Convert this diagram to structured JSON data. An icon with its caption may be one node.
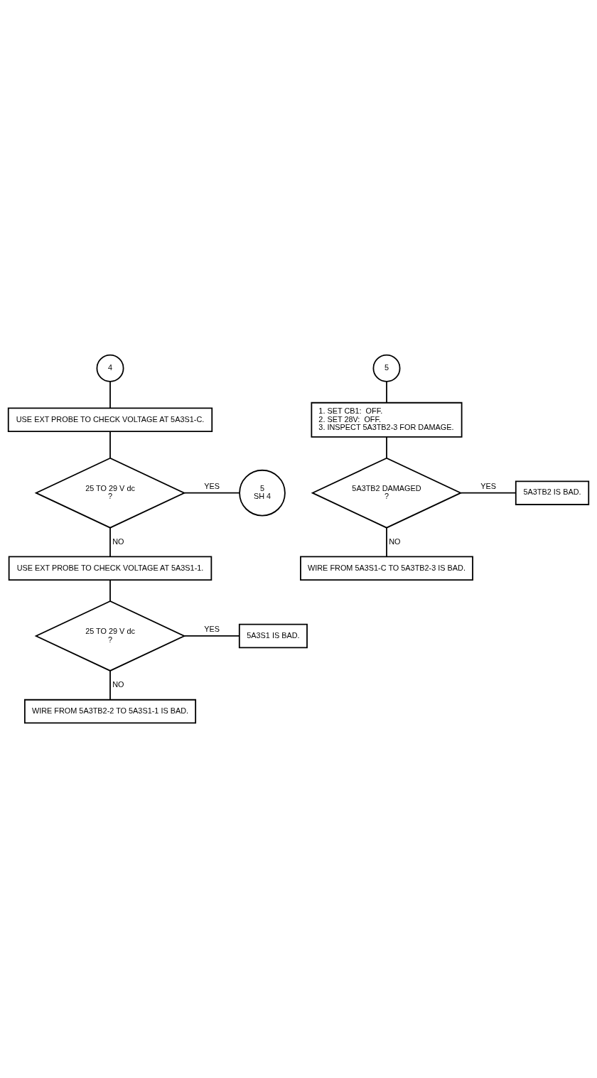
{
  "diagram": {
    "nodes": [
      {
        "text": [
          "4"
        ]
      },
      {
        "text": [
          "USE EXT PROBE TO CHECK VOLTAGE AT 5A3S1-C."
        ]
      },
      {
        "text": [
          "25 TO 29 V dc",
          "?"
        ]
      },
      {
        "text": [
          "5",
          "SH 4"
        ]
      },
      {
        "text": [
          "USE EXT PROBE TO CHECK VOLTAGE AT 5A3S1-1."
        ]
      },
      {
        "text": [
          "25 TO 29 V dc",
          "?"
        ]
      },
      {
        "text": [
          "5A3S1 IS BAD."
        ]
      },
      {
        "text": [
          "WIRE FROM 5A3TB2-2 TO 5A3S1-1 IS BAD."
        ]
      },
      {
        "text": [
          "5"
        ]
      },
      {
        "text": [
          "1. SET CB1:  OFF.",
          "2. SET 28V:  OFF.",
          "3. INSPECT 5A3TB2-3 FOR DAMAGE."
        ]
      },
      {
        "text": [
          "5A3TB2 DAMAGED",
          "?"
        ]
      },
      {
        "text": [
          "5A3TB2 IS BAD."
        ]
      },
      {
        "text": [
          "WIRE FROM 5A3S1-C TO 5A3TB2-3 IS BAD."
        ]
      }
    ],
    "edges": [
      {
        "from": 0,
        "to": 1,
        "arrow": "none"
      },
      {
        "from": 1,
        "to": 2,
        "arrow": "none"
      },
      {
        "from": 2,
        "to": 3,
        "arrow": "none",
        "label": "YES"
      },
      {
        "from": 2,
        "to": 4,
        "arrow": "none",
        "label": "NO"
      },
      {
        "from": 4,
        "to": 5,
        "arrow": "none"
      },
      {
        "from": 5,
        "to": 6,
        "arrow": "none",
        "label": "YES"
      },
      {
        "from": 5,
        "to": 7,
        "arrow": "none",
        "label": "NO"
      },
      {
        "from": 8,
        "to": 9,
        "arrow": "none"
      },
      {
        "from": 9,
        "to": 10,
        "arrow": "none"
      },
      {
        "from": 10,
        "to": 11,
        "arrow": "none",
        "label": "YES"
      },
      {
        "from": 10,
        "to": 12,
        "arrow": "none",
        "label": "NO"
      }
    ]
  }
}
